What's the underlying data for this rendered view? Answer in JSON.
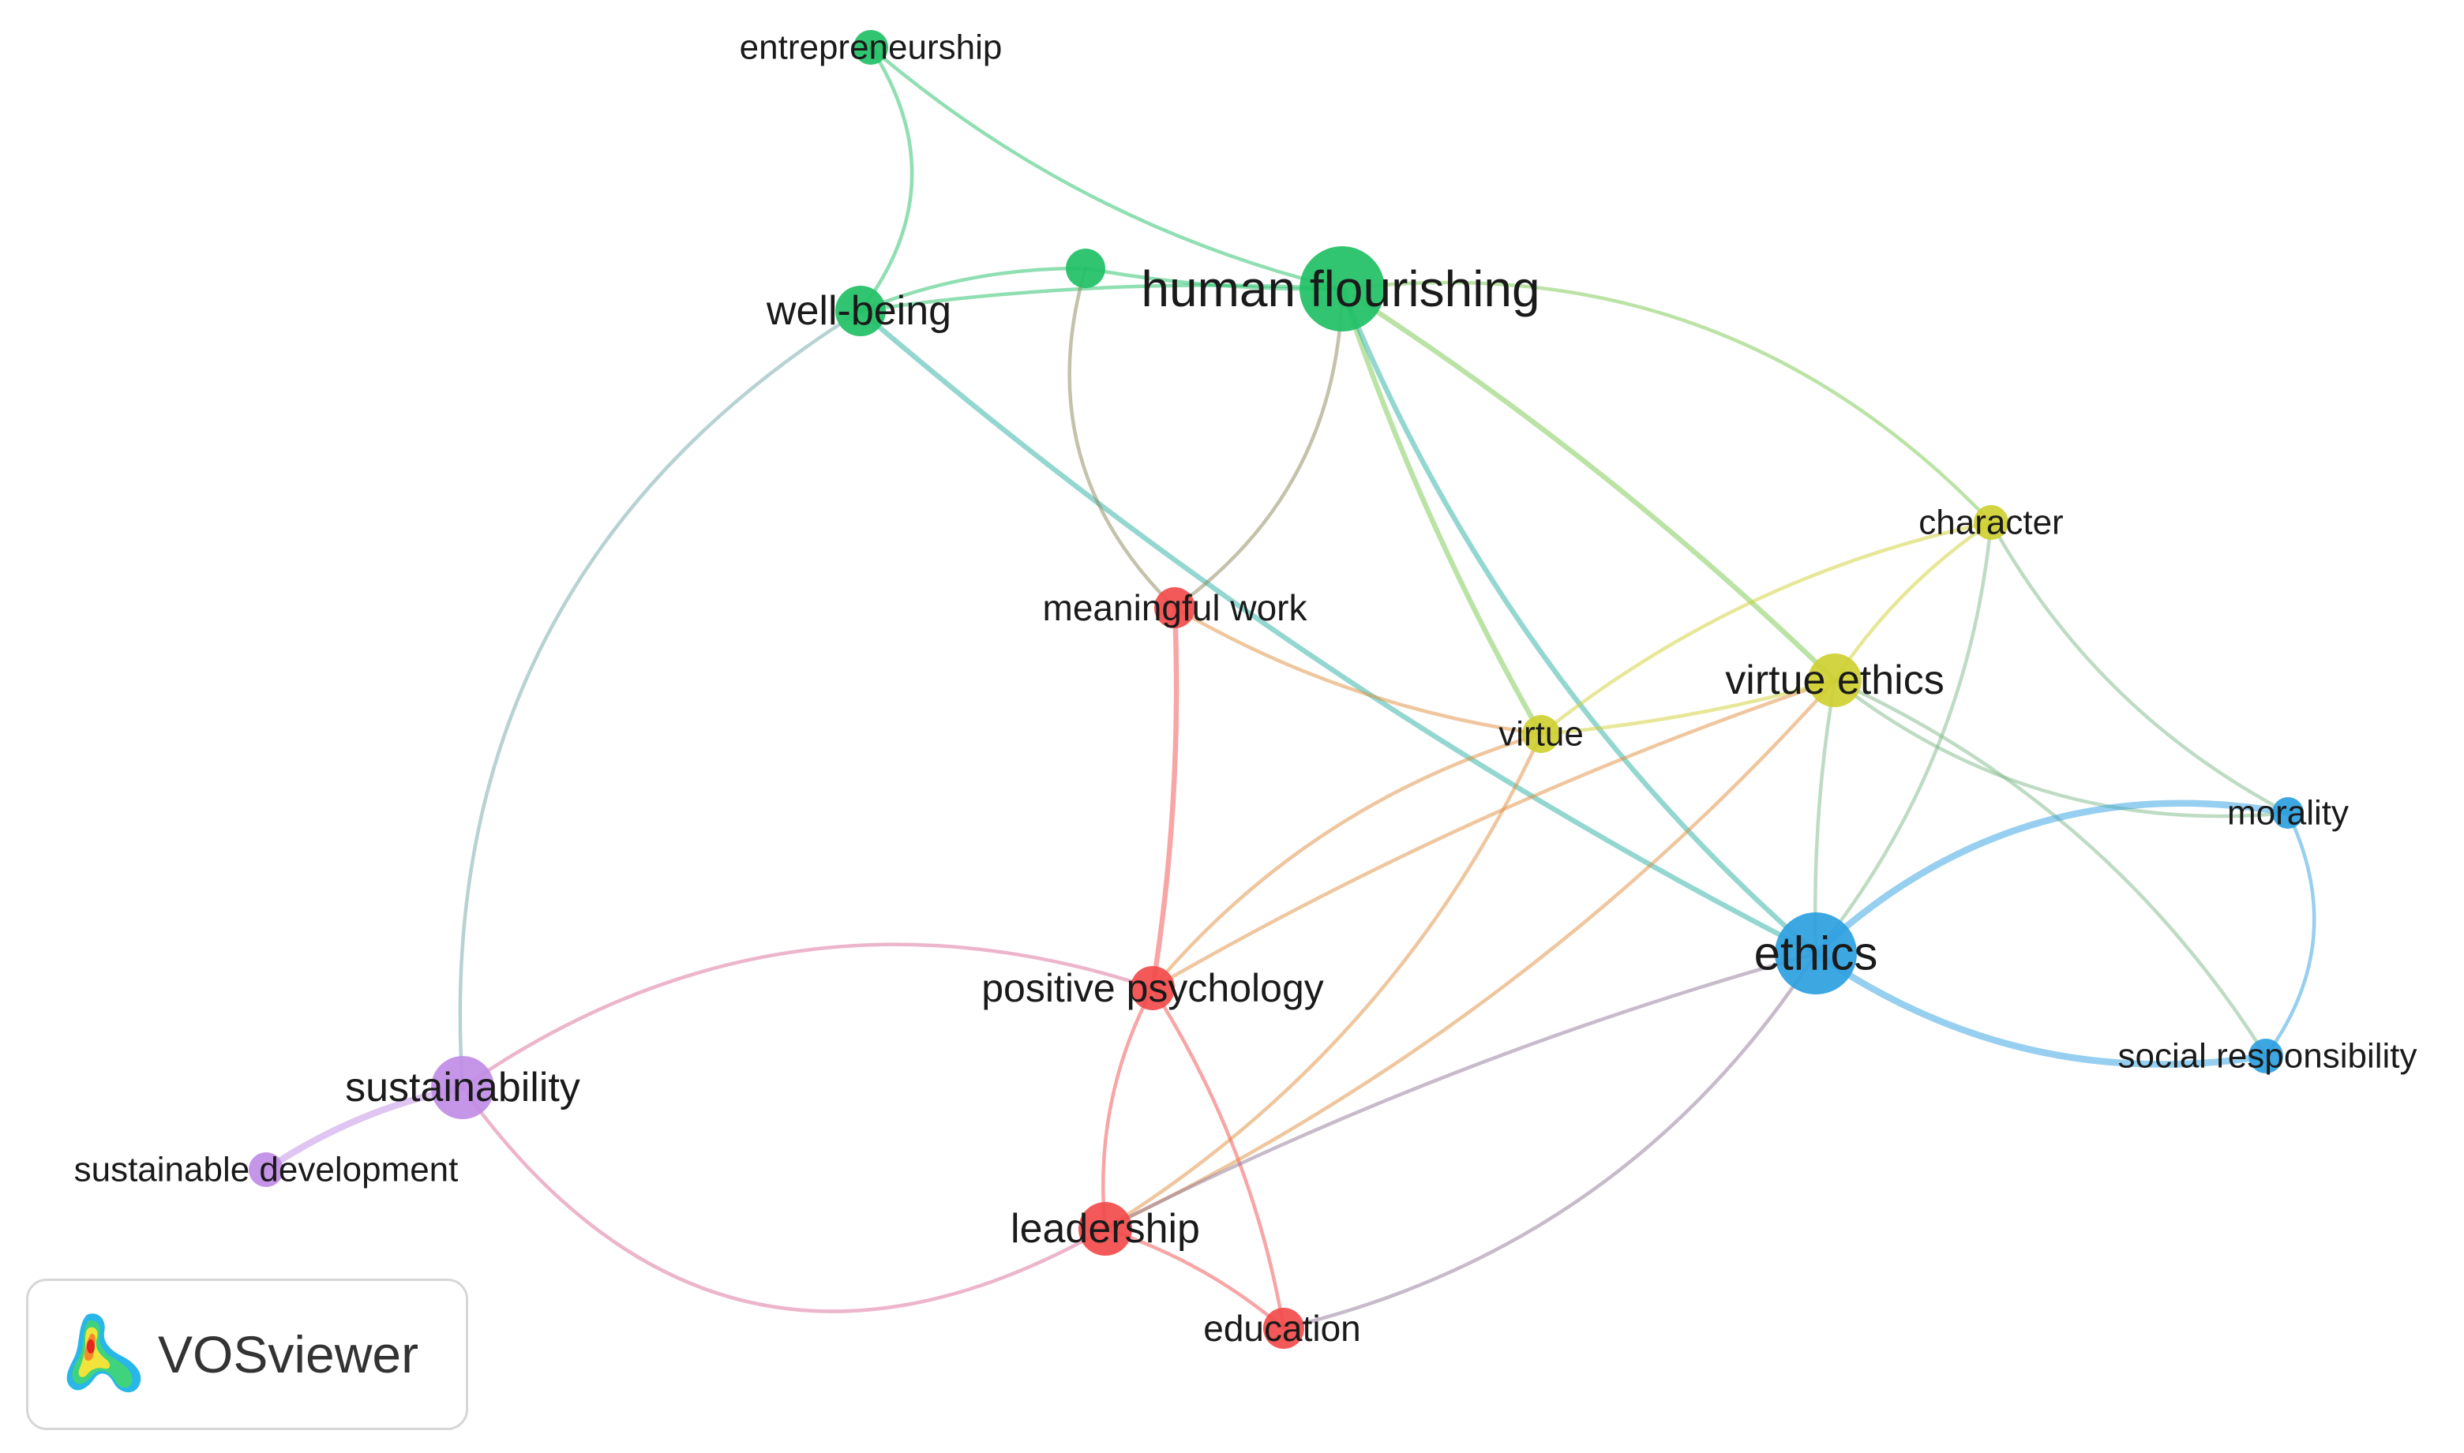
{
  "diagram": {
    "type": "co-occurrence keyword network",
    "clusters": {
      "green": "#21c065",
      "red": "#f24b4b",
      "yellow": "#cfd031",
      "blue": "#2d9fe0",
      "purple": "#c08ce6"
    },
    "nodes": [
      {
        "id": "human-flourishing",
        "label": "human flourishing",
        "cluster": "green",
        "weight": 5
      },
      {
        "id": "well-being",
        "label": "well-being",
        "cluster": "green",
        "weight": 2
      },
      {
        "id": "entrepreneurship",
        "label": "entrepreneurship",
        "cluster": "green",
        "weight": 1
      },
      {
        "id": "green-unlabeled",
        "label": "",
        "cluster": "green",
        "weight": 1
      },
      {
        "id": "meaningful-work",
        "label": "meaningful work",
        "cluster": "red",
        "weight": 1
      },
      {
        "id": "positive-psychology",
        "label": "positive psychology",
        "cluster": "red",
        "weight": 1
      },
      {
        "id": "leadership",
        "label": "leadership",
        "cluster": "red",
        "weight": 2
      },
      {
        "id": "education",
        "label": "education",
        "cluster": "red",
        "weight": 1
      },
      {
        "id": "character",
        "label": "character",
        "cluster": "yellow",
        "weight": 1
      },
      {
        "id": "virtue-ethics",
        "label": "virtue ethics",
        "cluster": "yellow",
        "weight": 2
      },
      {
        "id": "virtue",
        "label": "virtue",
        "cluster": "yellow",
        "weight": 1
      },
      {
        "id": "ethics",
        "label": "ethics",
        "cluster": "blue",
        "weight": 4
      },
      {
        "id": "morality",
        "label": "morality",
        "cluster": "blue",
        "weight": 1
      },
      {
        "id": "social-responsibility",
        "label": "social responsibility",
        "cluster": "blue",
        "weight": 1
      },
      {
        "id": "sustainability",
        "label": "sustainability",
        "cluster": "purple",
        "weight": 2
      },
      {
        "id": "sustainable-development",
        "label": "sustainable development",
        "cluster": "purple",
        "weight": 1
      }
    ],
    "links": [
      {
        "source": "entrepreneurship",
        "target": "well-being",
        "strength": 1
      },
      {
        "source": "entrepreneurship",
        "target": "human-flourishing",
        "strength": 1
      },
      {
        "source": "well-being",
        "target": "human-flourishing",
        "strength": 1
      },
      {
        "source": "well-being",
        "target": "green-unlabeled",
        "strength": 1
      },
      {
        "source": "green-unlabeled",
        "target": "human-flourishing",
        "strength": 1
      },
      {
        "source": "well-being",
        "target": "ethics",
        "strength": 2
      },
      {
        "source": "well-being",
        "target": "sustainability",
        "strength": 1
      },
      {
        "source": "human-flourishing",
        "target": "virtue-ethics",
        "strength": 2
      },
      {
        "source": "human-flourishing",
        "target": "character",
        "strength": 1
      },
      {
        "source": "human-flourishing",
        "target": "virtue",
        "strength": 2
      },
      {
        "source": "human-flourishing",
        "target": "ethics",
        "strength": 2
      },
      {
        "source": "human-flourishing",
        "target": "meaningful-work",
        "strength": 1
      },
      {
        "source": "green-unlabeled",
        "target": "meaningful-work",
        "strength": 1
      },
      {
        "source": "meaningful-work",
        "target": "virtue",
        "strength": 1
      },
      {
        "source": "meaningful-work",
        "target": "positive-psychology",
        "strength": 2
      },
      {
        "source": "positive-psychology",
        "target": "virtue",
        "strength": 1
      },
      {
        "source": "positive-psychology",
        "target": "virtue-ethics",
        "strength": 1
      },
      {
        "source": "positive-psychology",
        "target": "sustainability",
        "strength": 1
      },
      {
        "source": "positive-psychology",
        "target": "leadership",
        "strength": 1
      },
      {
        "source": "positive-psychology",
        "target": "education",
        "strength": 1
      },
      {
        "source": "leadership",
        "target": "virtue",
        "strength": 1
      },
      {
        "source": "leadership",
        "target": "virtue-ethics",
        "strength": 1
      },
      {
        "source": "leadership",
        "target": "ethics",
        "strength": 1
      },
      {
        "source": "leadership",
        "target": "sustainability",
        "strength": 1
      },
      {
        "source": "leadership",
        "target": "education",
        "strength": 1
      },
      {
        "source": "education",
        "target": "ethics",
        "strength": 1
      },
      {
        "source": "sustainability",
        "target": "sustainable-development",
        "strength": 3
      },
      {
        "source": "virtue",
        "target": "character",
        "strength": 1
      },
      {
        "source": "virtue",
        "target": "virtue-ethics",
        "strength": 1
      },
      {
        "source": "virtue-ethics",
        "target": "character",
        "strength": 1
      },
      {
        "source": "virtue-ethics",
        "target": "ethics",
        "strength": 1
      },
      {
        "source": "virtue-ethics",
        "target": "morality",
        "strength": 1
      },
      {
        "source": "virtue-ethics",
        "target": "social-responsibility",
        "strength": 1
      },
      {
        "source": "character",
        "target": "ethics",
        "strength": 1
      },
      {
        "source": "character",
        "target": "morality",
        "strength": 1
      },
      {
        "source": "ethics",
        "target": "morality",
        "strength": 3
      },
      {
        "source": "ethics",
        "target": "social-responsibility",
        "strength": 3
      },
      {
        "source": "morality",
        "target": "social-responsibility",
        "strength": 1
      }
    ]
  },
  "badge": {
    "name": "VOSviewer",
    "logo_icon": "vosviewer-heatmap-logo-icon"
  }
}
